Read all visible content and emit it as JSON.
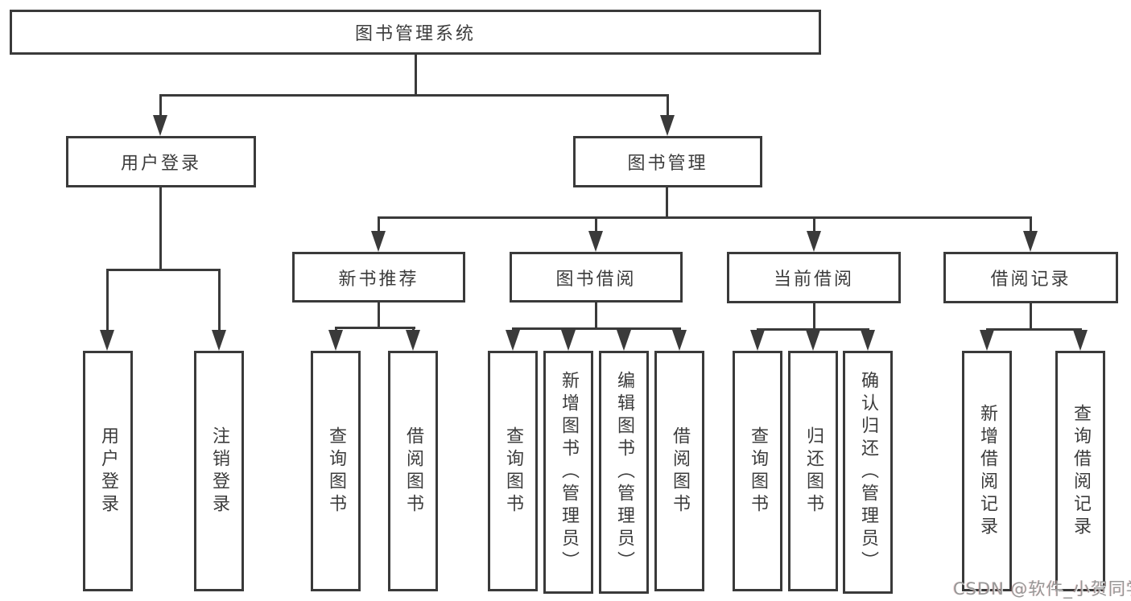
{
  "colors": {
    "background": "#ffffff",
    "line": "#3a3a3a",
    "text": "#3c3c3c",
    "watermark_text": "#979797"
  },
  "watermark": {
    "text": "CSDN @软件_小贺同学"
  },
  "tree": {
    "label": "图书管理系统",
    "children": [
      {
        "label": "用户登录",
        "children": [
          {
            "label": "用户登录"
          },
          {
            "label": "注销登录"
          }
        ]
      },
      {
        "label": "图书管理",
        "children": [
          {
            "label": "新书推荐",
            "children": [
              {
                "label": "查询图书"
              },
              {
                "label": "借阅图书"
              }
            ]
          },
          {
            "label": "图书借阅",
            "children": [
              {
                "label": "查询图书"
              },
              {
                "label": "新增图书（管理员）"
              },
              {
                "label": "编辑图书（管理员）"
              },
              {
                "label": "借阅图书"
              }
            ]
          },
          {
            "label": "当前借阅",
            "children": [
              {
                "label": "查询图书"
              },
              {
                "label": "归还图书"
              },
              {
                "label": "确认归还（管理员）"
              }
            ]
          },
          {
            "label": "借阅记录",
            "children": [
              {
                "label": "新增借阅记录"
              },
              {
                "label": "查询借阅记录"
              }
            ]
          }
        ]
      }
    ]
  }
}
